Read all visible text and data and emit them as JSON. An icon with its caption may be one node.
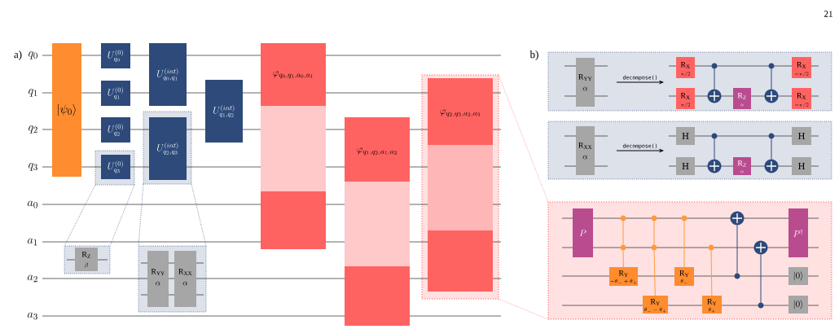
{
  "diagram": {
    "nodes": [
      {
        "text": [
          "|\\psi_0\\rangle"
        ]
      },
      {
        "text": [
          "U^{(0)}_{q_0}"
        ]
      },
      {
        "text": [
          "U^{(0)}_{q_1}"
        ]
      },
      {
        "text": [
          "U^{(0)}_{q_2}"
        ]
      },
      {
        "text": [],
        "shape": "box"
      },
      {
        "text": [
          "U^{(0)}_{q_3}"
        ],
        "in": 4
      },
      {
        "text": [
          "U^{(int)}_{q_0,q_1}"
        ]
      },
      {
        "text": [],
        "shape": "box"
      },
      {
        "text": [
          "U^{(int)}_{q_2,q_3}"
        ],
        "in": 7
      },
      {
        "text": [
          "U^{(int)}_{q_1,q_2}"
        ]
      },
      {
        "text": [
          "\\varphi_{q_0,q_1,a_0,a_1}"
        ]
      },
      {
        "text": [
          "\\varphi_{q_1,q_2,a_1,a_2}"
        ]
      },
      {
        "text": [],
        "shape": "box"
      },
      {
        "text": [
          "\\varphi_{q_2,q_3,a_2,a_3}"
        ],
        "in": 12
      },
      {
        "text": [],
        "shape": "box"
      },
      {
        "text": [
          "\\mathrm{R}_{\\mathrm{Z}}",
          "\\beta"
        ],
        "in": 14
      },
      {
        "text": [],
        "shape": "box"
      },
      {
        "text": [
          "\\mathrm{R}_{\\mathrm{YY}}",
          "\\alpha"
        ],
        "in": 16
      },
      {
        "text": [
          "\\mathrm{R}_{\\mathrm{XX}}",
          "\\alpha"
        ],
        "in": 16
      },
      {
        "text": [],
        "shape": "box"
      },
      {
        "text": [
          "\\mathrm{R}_{\\mathrm{YY}}",
          "\\alpha"
        ],
        "in": 19
      },
      {
        "text": [
          "\\mathrm{R}_{\\mathrm{X}}",
          "\\pi/2"
        ],
        "in": 19
      },
      {
        "text": [
          "\\mathrm{R}_{\\mathrm{X}}",
          "\\pi/2"
        ],
        "in": 19
      },
      {
        "text": [],
        "shape": "dot",
        "in": 19
      },
      {
        "text": [],
        "shape": "circle",
        "in": 19
      },
      {
        "text": [
          "\\mathrm{R}_{\\mathrm{Z}}",
          "\\alpha"
        ],
        "in": 19
      },
      {
        "text": [],
        "shape": "dot",
        "in": 19
      },
      {
        "text": [],
        "shape": "circle",
        "in": 19
      },
      {
        "text": [
          "\\mathrm{R}_{\\mathrm{X}}",
          "-\\pi/2"
        ],
        "in": 19
      },
      {
        "text": [
          "\\mathrm{R}_{\\mathrm{X}}",
          "-\\pi/2"
        ],
        "in": 19
      },
      {
        "text": [],
        "shape": "box"
      },
      {
        "text": [
          "\\mathrm{R}_{\\mathrm{XX}}",
          "\\alpha"
        ],
        "in": 30
      },
      {
        "text": [
          "\\mathrm{H}"
        ],
        "in": 30
      },
      {
        "text": [
          "\\mathrm{H}"
        ],
        "in": 30
      },
      {
        "text": [],
        "shape": "dot",
        "in": 30
      },
      {
        "text": [],
        "shape": "circle",
        "in": 30
      },
      {
        "text": [
          "\\mathrm{R}_{\\mathrm{Z}}",
          "\\alpha"
        ],
        "in": 30
      },
      {
        "text": [],
        "shape": "dot",
        "in": 30
      },
      {
        "text": [],
        "shape": "circle",
        "in": 30
      },
      {
        "text": [
          "\\mathrm{H}"
        ],
        "in": 30
      },
      {
        "text": [
          "\\mathrm{H}"
        ],
        "in": 30
      },
      {
        "text": [],
        "shape": "box"
      },
      {
        "text": [
          "P"
        ],
        "in": 41
      },
      {
        "text": [],
        "shape": "dot",
        "in": 41
      },
      {
        "text": [],
        "shape": "dot",
        "in": 41
      },
      {
        "text": [
          "\\mathrm{R}_{\\mathrm{Y}}",
          "-\\theta_{-}+\\theta_{+}"
        ],
        "in": 41
      },
      {
        "text": [],
        "shape": "dot",
        "in": 41
      },
      {
        "text": [],
        "shape": "dot",
        "in": 41
      },
      {
        "text": [
          "\\mathrm{R}_{\\mathrm{Y}}",
          "\\theta_{-}-\\theta_{+}"
        ],
        "in": 41
      },
      {
        "text": [],
        "shape": "dot",
        "in": 41
      },
      {
        "text": [
          "\\mathrm{R}_{\\mathrm{Y}}",
          "\\theta_{-}"
        ],
        "in": 41
      },
      {
        "text": [],
        "shape": "dot",
        "in": 41
      },
      {
        "text": [
          "\\mathrm{R}_{\\mathrm{Y}}",
          "\\theta_{+}"
        ],
        "in": 41
      },
      {
        "text": [],
        "shape": "circle",
        "in": 41
      },
      {
        "text": [],
        "shape": "dot",
        "in": 41
      },
      {
        "text": [],
        "shape": "circle",
        "in": 41
      },
      {
        "text": [],
        "shape": "dot",
        "in": 41
      },
      {
        "text": [
          "P^{\\dagger}"
        ],
        "in": 41
      },
      {
        "text": [
          "|0\\rangle"
        ],
        "in": 41
      },
      {
        "text": [
          "|0\\rangle"
        ],
        "in": 41
      }
    ],
    "edges": [
      {
        "from": 4,
        "to": 14,
        "arrow": "none",
        "style": "dashed"
      },
      {
        "from": 4,
        "to": 14,
        "arrow": "none",
        "style": "dashed"
      },
      {
        "from": 7,
        "to": 16,
        "arrow": "none",
        "style": "dashed"
      },
      {
        "from": 7,
        "to": 16,
        "arrow": "none",
        "style": "dashed"
      },
      {
        "from": 12,
        "to": 41,
        "arrow": "none",
        "style": "dashed",
        "color": "#ff6361"
      },
      {
        "from": 12,
        "to": 41,
        "arrow": "none",
        "style": "dashed",
        "color": "#ff6361"
      },
      {
        "from": 20,
        "to": 21,
        "arrow": "to",
        "label": "decompose()",
        "color": "#000000"
      },
      {
        "from": 23,
        "to": 24,
        "arrow": "none"
      },
      {
        "from": 26,
        "to": 27,
        "arrow": "none"
      },
      {
        "from": 31,
        "to": 32,
        "arrow": "to",
        "label": "decompose()",
        "color": "#000000"
      },
      {
        "from": 34,
        "to": 35,
        "arrow": "none"
      },
      {
        "from": 37,
        "to": 38,
        "arrow": "none"
      },
      {
        "from": 43,
        "to": 44,
        "arrow": "none",
        "color": "#ff9a3c"
      },
      {
        "from": 44,
        "to": 45,
        "arrow": "none",
        "color": "#ff9a3c"
      },
      {
        "from": 46,
        "to": 47,
        "arrow": "none",
        "color": "#ff9a3c"
      },
      {
        "from": 47,
        "to": 48,
        "arrow": "none",
        "color": "#ff9a3c"
      },
      {
        "from": 49,
        "to": 50,
        "arrow": "none",
        "color": "#ff9a3c"
      },
      {
        "from": 51,
        "to": 52,
        "arrow": "none",
        "color": "#ff9a3c"
      },
      {
        "from": 54,
        "to": 53,
        "arrow": "none"
      },
      {
        "from": 56,
        "to": 55,
        "arrow": "none"
      }
    ],
    "labels": [
      "21",
      "a)",
      "q_0",
      "q_1",
      "q_2",
      "q_3",
      "a_0",
      "a_1",
      "a_2",
      "a_3",
      "b)"
    ]
  }
}
